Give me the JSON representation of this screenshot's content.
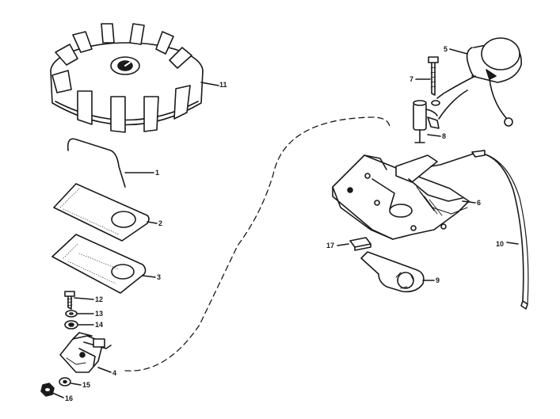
{
  "diagram": {
    "parts": [
      {
        "id": "flywheel",
        "callout": "11"
      },
      {
        "id": "spring-wire",
        "callout": "1"
      },
      {
        "id": "gasket-upper",
        "callout": "2"
      },
      {
        "id": "gasket-lower",
        "callout": "3"
      },
      {
        "id": "screw-lower",
        "callout": "12"
      },
      {
        "id": "washer-a",
        "callout": "13"
      },
      {
        "id": "washer-b",
        "callout": "14"
      },
      {
        "id": "breaker-assembly",
        "callout": "4"
      },
      {
        "id": "washer-c",
        "callout": "15"
      },
      {
        "id": "nut",
        "callout": "16"
      },
      {
        "id": "coil",
        "callout": "5"
      },
      {
        "id": "screw-upper",
        "callout": "7"
      },
      {
        "id": "condenser",
        "callout": "8"
      },
      {
        "id": "stator-plate",
        "callout": "6"
      },
      {
        "id": "cam-wiper",
        "callout": "17"
      },
      {
        "id": "retainer-plate",
        "callout": "9"
      },
      {
        "id": "lead-wire",
        "callout": "10"
      }
    ]
  }
}
